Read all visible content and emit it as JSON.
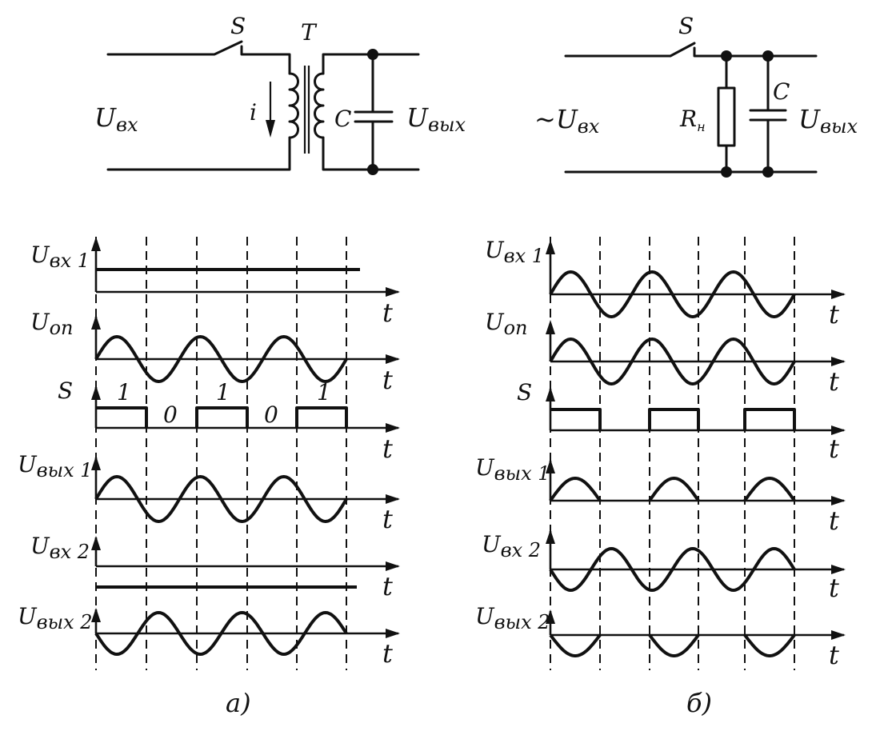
{
  "circuit_a": {
    "switch": "S",
    "transformer": "T",
    "current": "i",
    "capacitor": "C",
    "input": "U",
    "input_sub": "вх",
    "output": "U",
    "output_sub": "вых"
  },
  "circuit_b": {
    "switch": "S",
    "input_prefix": "~",
    "input": "U",
    "input_sub": "вх",
    "resistor": "R",
    "resistor_sub": "н",
    "capacitor": "C",
    "output": "U",
    "output_sub": "вых"
  },
  "panel_a": {
    "caption": "а)",
    "rows": [
      {
        "label": "U",
        "sub": "вх 1"
      },
      {
        "label": "U",
        "sub": "оп"
      },
      {
        "label": "S",
        "sub": ""
      },
      {
        "label": "U",
        "sub": "вых 1"
      },
      {
        "label": "U",
        "sub": "вх 2"
      },
      {
        "label": "U",
        "sub": "вых 2"
      }
    ],
    "axis_label": "t",
    "switch_states": [
      "1",
      "0",
      "1",
      "0",
      "1"
    ]
  },
  "panel_b": {
    "caption": "б)",
    "rows": [
      {
        "label": "U",
        "sub": "вх 1"
      },
      {
        "label": "U",
        "sub": "оп"
      },
      {
        "label": "S",
        "sub": ""
      },
      {
        "label": "U",
        "sub": "вых 1"
      },
      {
        "label": "U",
        "sub": "вх 2"
      },
      {
        "label": "U",
        "sub": "вых 2"
      }
    ],
    "axis_label": "t"
  }
}
